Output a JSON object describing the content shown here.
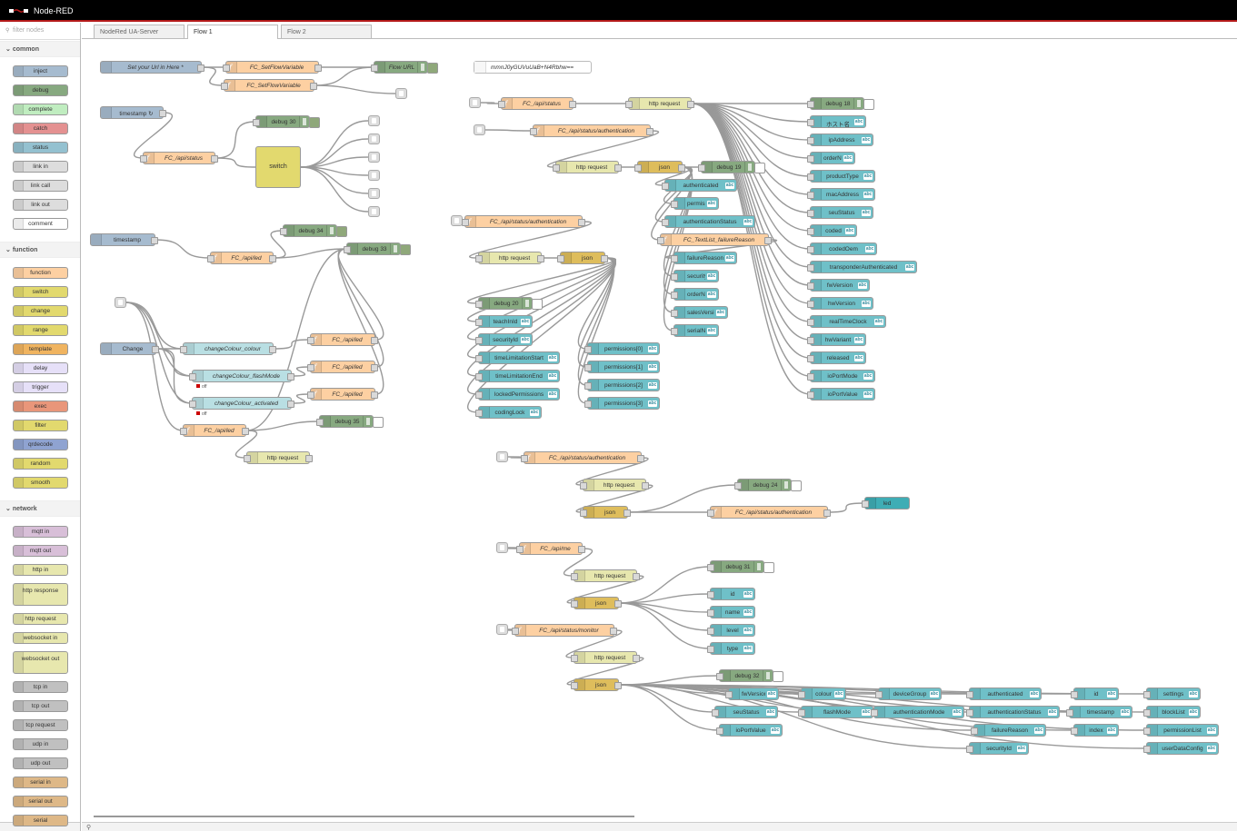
{
  "app": {
    "title": "Node-RED"
  },
  "palette": {
    "filter_placeholder": "filter nodes",
    "categories": [
      {
        "label": "common"
      },
      {
        "label": "function"
      },
      {
        "label": "network"
      }
    ],
    "common": [
      "inject",
      "debug",
      "complete",
      "catch",
      "status",
      "link in",
      "link call",
      "link out",
      "comment"
    ],
    "function": [
      "function",
      "switch",
      "change",
      "range",
      "template",
      "delay",
      "trigger",
      "exec",
      "filter",
      "qrdecode",
      "random",
      "smooth"
    ],
    "network": [
      "mqtt in",
      "mqtt out",
      "http in",
      "http response",
      "http request",
      "websocket in",
      "websocket out",
      "tcp in",
      "tcp out",
      "tcp request",
      "udp in",
      "udp out",
      "serial in",
      "serial out",
      "serial"
    ]
  },
  "tabs": [
    "NodeRed UA-Server",
    "Flow 1",
    "Flow 2"
  ],
  "active_tab": "Flow 1",
  "nodes": {
    "set_url": "Set your Url in Here *",
    "fc_set1": "FC_SetFlowVariable",
    "fc_set2": "FC_SetFlowVariable",
    "flow_url": "Flow URL",
    "comment1": "mmnJ0yGUVuUaB+N4Rbhw==",
    "timestamp1": "timestamp ↻",
    "fc_api_status1": "FC_/api/status",
    "debug30": "debug 30",
    "switch": "switch",
    "timestamp2": "timestamp",
    "fc_apiled1": "FC_/api/led",
    "debug34": "debug 34",
    "debug33": "debug 33",
    "change": "Change",
    "change_colour": "changeColour_colour",
    "change_flash": "changeColour_flashMode",
    "change_act": "changeColour_activated",
    "off1": "off",
    "off2": "off",
    "fc_apiled2": "FC_/api/led",
    "fc_apiled3": "FC_/api/led",
    "fc_apiled4": "FC_/api/led",
    "fc_apiled5": "FC_/api/led",
    "debug35": "debug 35",
    "http_req_led": "http request",
    "fc_api_status2": "FC_/api/status",
    "http_req_status": "http request",
    "debug18": "debug 18",
    "fc_auth1": "FC_/api/status/authentication",
    "http_req_auth1": "http request",
    "json1": "json",
    "debug19": "debug 19",
    "authenticated1": "authenticated",
    "permission": "permission",
    "authStatus1": "authenticationStatus",
    "fc_textlist": "FC_TextList_failureReason",
    "failureReason1": "failureReason",
    "securityId1": "securityId",
    "orderNo1": "orderNo",
    "salesVersion": "salesVersion",
    "serialNo": "serialNo",
    "hostname": "ホスト名",
    "ipAddress": "ipAddress",
    "orderNo2": "orderNo",
    "productType": "productType",
    "macAddress": "macAddress",
    "seuStatus1": "seuStatus",
    "coded": "coded",
    "codedOem": "codedOem",
    "transponderAuth": "transponderAuthenticated",
    "fwVersion1": "fwVersion",
    "hwVersion": "hwVersion",
    "realTimeClock": "realTimeClock",
    "hwVariant": "hwVariant",
    "released": "released",
    "ioPortMode": "ioPortMode",
    "ioPortValue1": "ioPortValue",
    "fc_auth2": "FC_/api/status/authentication",
    "http_req_auth2": "http request",
    "json2": "json",
    "debug20": "debug 20",
    "teachInId": "teachInId",
    "securityId2": "securityId",
    "timeLimitStart": "timeLimitationStart",
    "timeLimitEnd": "timeLimitationEnd",
    "lockedPermissions": "lockedPermissions",
    "codingLock": "codingLock",
    "perm0": "permissions[0]",
    "perm1": "permissions[1]",
    "perm2": "permissions[2]",
    "perm3": "permissions[3]",
    "fc_auth3": "FC_/api/status/authentication",
    "http_req_auth3": "http request",
    "json3": "json",
    "debug24": "debug 24",
    "fc_auth4": "FC_/api/status/authentication",
    "led": "led",
    "fc_me": "FC_/api/me",
    "http_req_me": "http request",
    "json4": "json",
    "debug31": "debug 31",
    "id1": "id",
    "name": "name",
    "level": "level",
    "type": "type",
    "fc_monitor": "FC_/api/status/monitor",
    "http_req_mon": "http request",
    "json5": "json",
    "debug32": "debug 32",
    "fwVersion2": "fwVersion",
    "colour": "colour",
    "deviceGroup": "deviceGroup",
    "authenticated2": "authenticated",
    "id2": "id",
    "settings": "settings",
    "seuStatus2": "seuStatus",
    "flashMode": "flashMode",
    "authMode": "authenticationMode",
    "authStatus2": "authenticationStatus",
    "timestamp3": "timestamp",
    "blockList": "blockList",
    "ioPortValue2": "ioPortValue",
    "failureReason2": "failureReason",
    "index": "index",
    "permissionList": "permissionList",
    "securityId3": "securityId",
    "userDataConfig": "userDataConfig"
  },
  "colors": {
    "function": "#fdd0a2",
    "debug": "#87a980",
    "change": "#e2d96e",
    "inject": "#a6bbcf",
    "http": "#e7e7ae",
    "json": "#debd5c",
    "ui_text": "#6fc0c8",
    "led": "#3fadb5"
  },
  "abc": "abc"
}
